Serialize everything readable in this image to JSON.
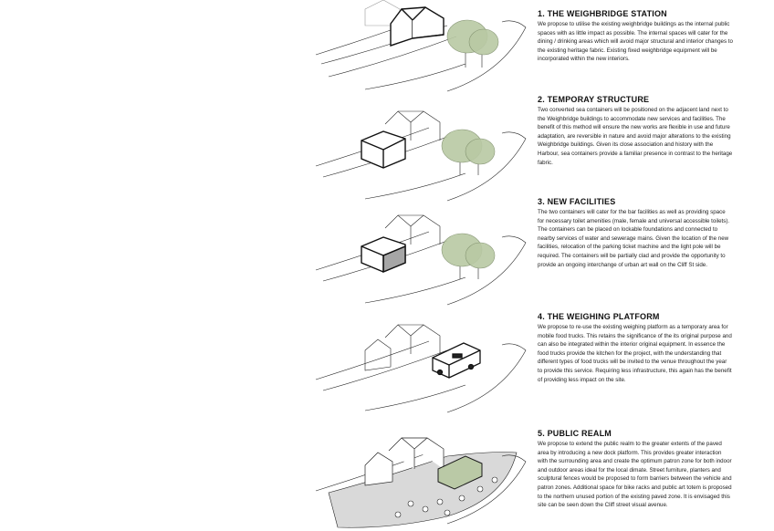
{
  "sections": [
    {
      "title": "1. THE WEIGHBRIDGE STATION",
      "body": "We propose to utilise the existing weighbridge buildings as the internal public spaces with as little impact as possible.  The internal spaces will cater for the dining / drinking areas which will avoid major structural and interior changes to the existing heritage fabric. Existing fixed weighbridge equipment will be incorporated within the new interiors."
    },
    {
      "title": "2. TEMPORAY STRUCTURE",
      "body": "Two converted sea containers will be positioned on the adjacent land next to the Weighbridge buildings to accommodate new services and facilities. The benefit of this method will ensure the new works are flexible in use and future adaptation, are reversible in nature and avoid major alterations to the existing Weighbridge buildings. Given its close association and history with the Harbour, sea containers provide a familiar presence in contrast to the heritage fabric."
    },
    {
      "title": "3. NEW FACILITIES",
      "body": "The two containers will cater for the bar facilities as well as providing space for necessary toilet amenities (male, female and universal accessible toilets). The containers can be placed on lockable foundations and connected to nearby services of water and sewerage mains. Given the location of the new facilities, relocation of the parking ticket machine and the light pole will be required. The containers will be partially clad and provide the opportunity to provide an ongoing interchange of urban art wall on the Cliff St side."
    },
    {
      "title": "4. THE WEIGHING PLATFORM",
      "body": "We propose to re-use the existing weighing platform as a temporary area for mobile food trucks. This retains the significance of the its original purpose and can also be integrated within the interior original equipment. In essence the food trucks provide the kitchen for the project, with the understanding that different types of food trucks will be invited to the venue throughout the year to provide this service. Requiring less infrastructure, this again has the benefit of providing less impact on the site."
    },
    {
      "title": "5. PUBLIC REALM",
      "body": "We propose to extend the public realm to the greater extents of the paved area by introducing a new dock platform. This provides greater interaction with the surrounding area and create the optimum patron zone for both indoor and outdoor areas ideal for the local dimate. Street furniture, planters  and sculptural fences would be proposed to form barriers between the vehicle and patron zones. Additional space for bike racks and public art totem is proposed to the northern unused portion of the existing paved zone. It is envisaged this site can be seen down the Cliff street visual avenue."
    }
  ],
  "colors": {
    "tree": "#b9c9a4",
    "tree_stroke": "#7f8f6c",
    "paving": "#d9d9d9",
    "container_shade": "#a6a6a6",
    "line": "#222222"
  }
}
